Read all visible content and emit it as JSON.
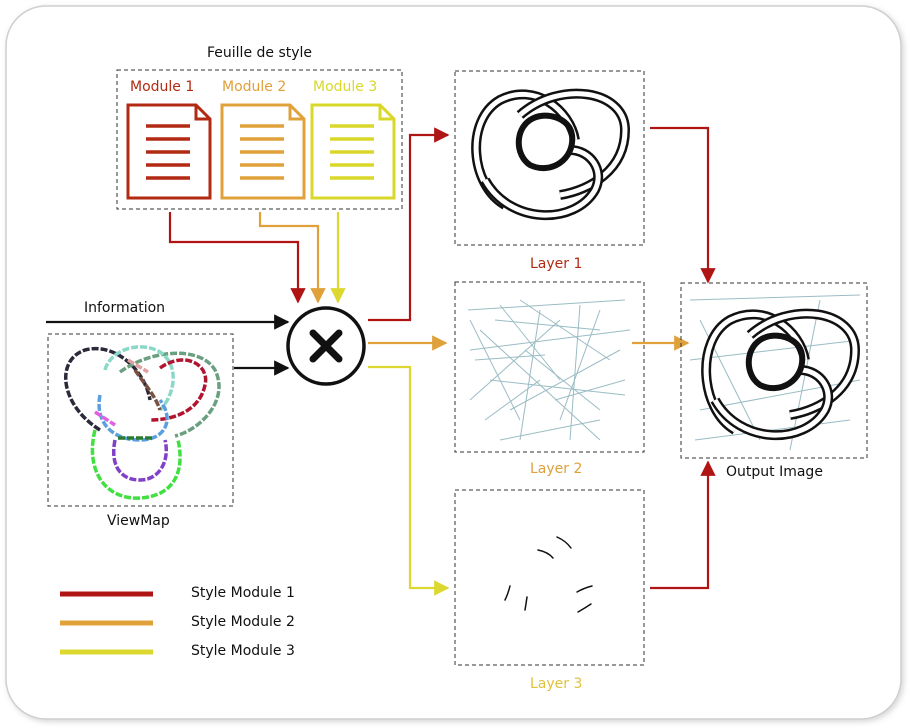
{
  "stylesheet": {
    "title": "Feuille de style"
  },
  "modules": [
    {
      "label": "Module 1",
      "color": "#b22a12"
    },
    {
      "label": "Module 2",
      "color": "#e0a03a"
    },
    {
      "label": "Module 3",
      "color": "#d9d82a"
    }
  ],
  "inputs": {
    "information": "Information",
    "viewmap": "ViewMap"
  },
  "layers": [
    {
      "label": "Layer 1",
      "color": "#b22a12"
    },
    {
      "label": "Layer 2",
      "color": "#e0a03a"
    },
    {
      "label": "Layer 3",
      "color": "#e0c23a"
    }
  ],
  "output": {
    "label": "Output Image"
  },
  "legend": [
    {
      "label": "Style Module 1",
      "color": "#b01515"
    },
    {
      "label": "Style Module 2",
      "color": "#e0a03a"
    },
    {
      "label": "Style Module 3",
      "color": "#dcd830"
    }
  ],
  "colors": {
    "black": "#111111",
    "red": "#b01515",
    "orange": "#e0a03a",
    "yellow": "#dcd830"
  }
}
